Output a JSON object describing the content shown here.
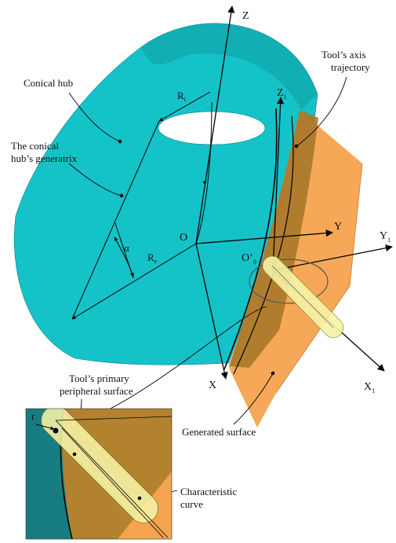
{
  "colors": {
    "hub": "#14c3c8",
    "hub_dark": "#0e9ea2",
    "surface": "#f5a34f",
    "surface_dark": "#a8782b",
    "tool": "#f7f3a6",
    "inset_hub": "#177d82",
    "inset_surface": "#b2822f"
  },
  "labels": {
    "conical_hub": "Conical hub",
    "generatrix_line1": "The conical",
    "generatrix_line2": "hub’s generatrix",
    "tool_axis_line1": "Tool’s axis",
    "tool_axis_line2": "trajectory",
    "primary_line1": "Tool’s primary",
    "primary_line2": "peripheral surface",
    "generated_surface": "Generated surface",
    "characteristic_line1": "Characteristic",
    "characteristic_line2": "curve"
  },
  "symbols": {
    "Z": "Z",
    "Y": "Y",
    "X": "X",
    "O": "O",
    "Z1": "Z",
    "Z1_sub": "1",
    "Y1": "Y",
    "Y1_sub": "1",
    "X1": "X",
    "X1_sub": "1",
    "O0": "O’",
    "O0_sub": "0",
    "Ri": "R",
    "Ri_sub": "i",
    "Re": "R",
    "Re_sub": "e",
    "alpha": "α",
    "r": "r"
  }
}
